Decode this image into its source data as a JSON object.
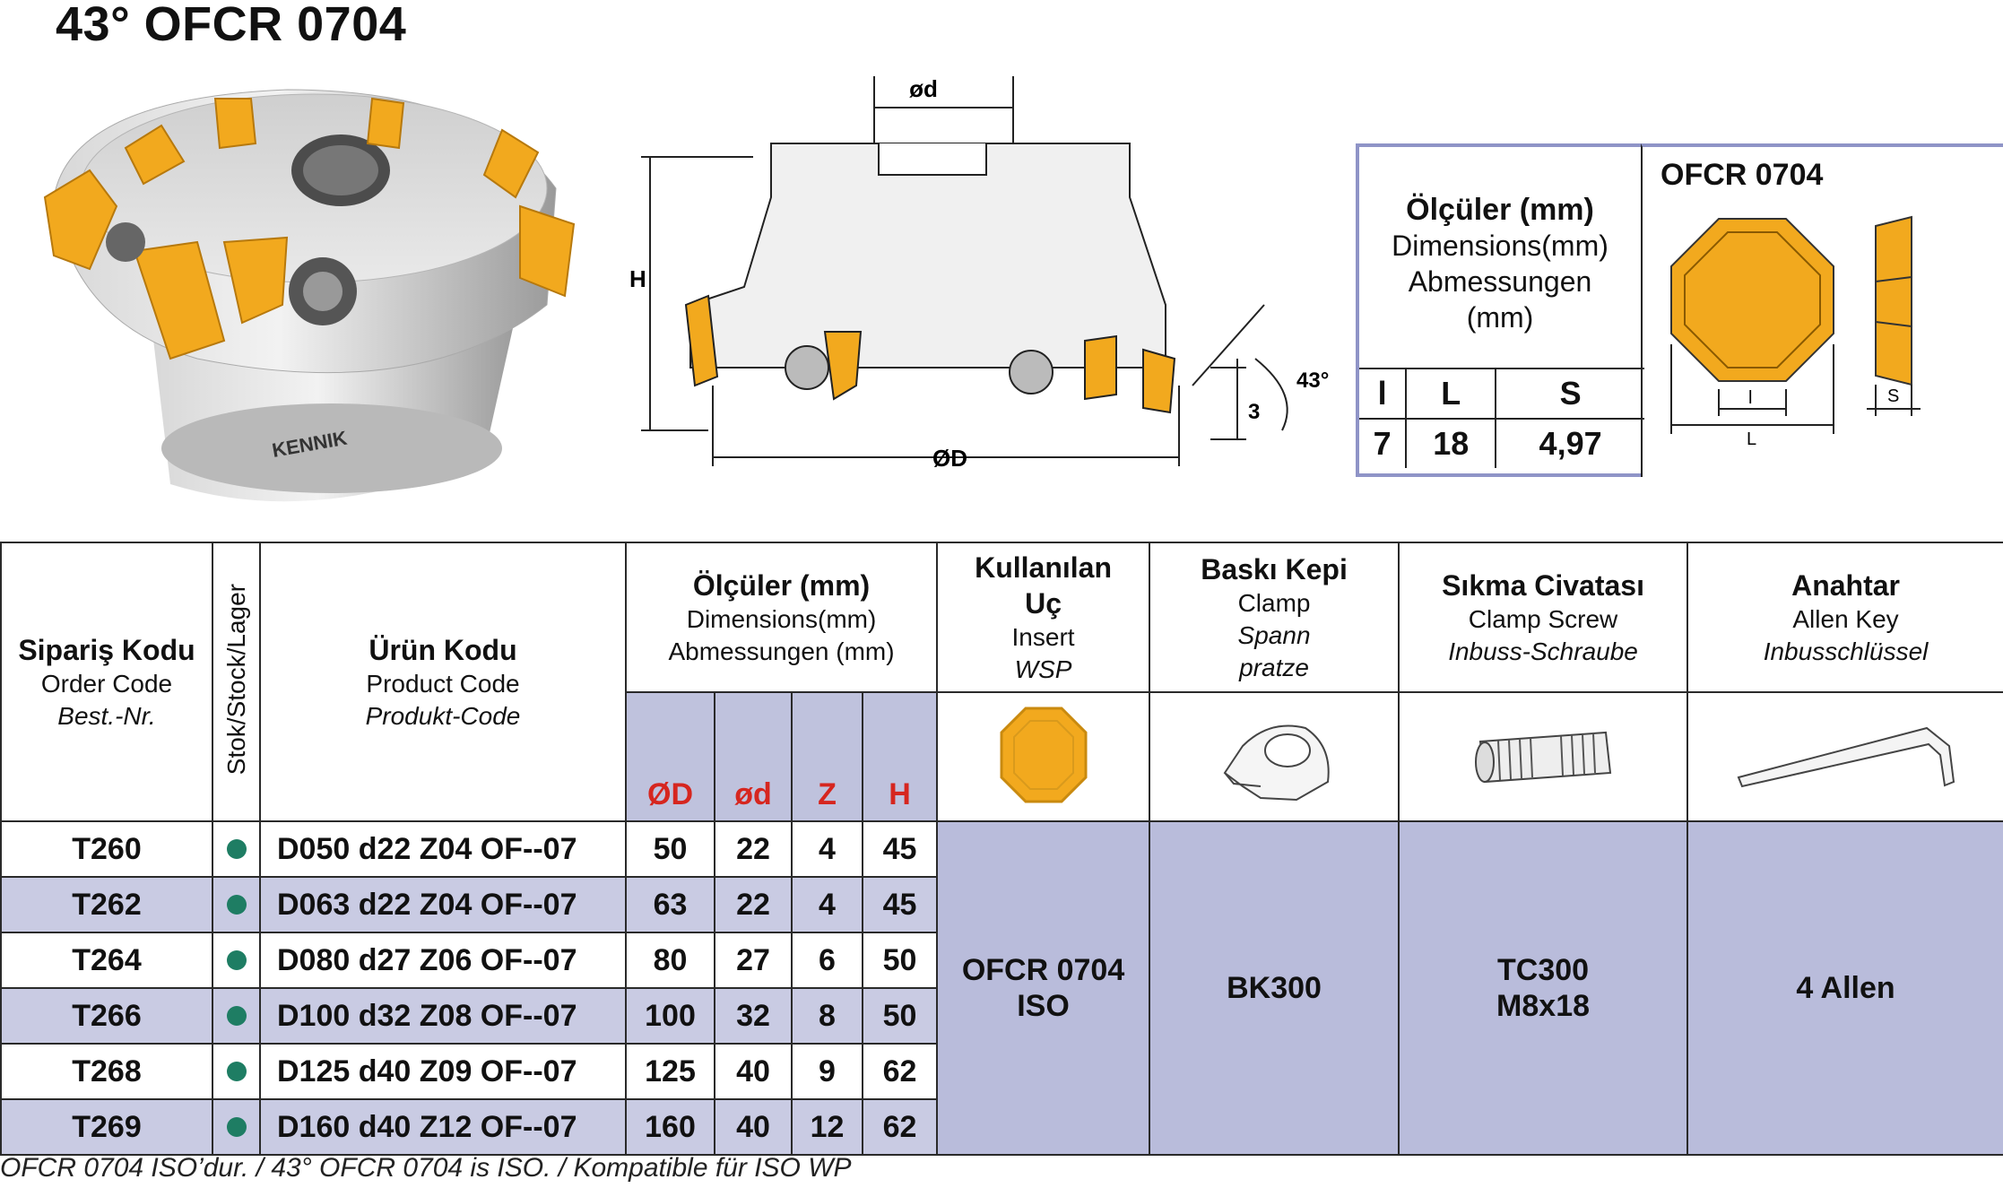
{
  "title": "43° OFCR 0704",
  "drawing": {
    "label_od": "ød",
    "label_h": "H",
    "label_angle": "43°",
    "label_3": "3",
    "label_OD": "ØD"
  },
  "spec": {
    "dims_tr": "Ölçüler (mm)",
    "dims_en": "Dimensions(mm)",
    "dims_de_1": "Abmessungen",
    "dims_de_2": "(mm)",
    "insert_title": "OFCR 0704",
    "headers": [
      "l",
      "L",
      "S"
    ],
    "values": [
      "7",
      "18",
      "4,97"
    ],
    "diagram_l": "l",
    "diagram_L": "L",
    "diagram_S": "S"
  },
  "table": {
    "order_tr": "Sipariş Kodu",
    "order_en": "Order Code",
    "order_de": "Best.-Nr.",
    "stock": "Stok/Stock/Lager",
    "product_tr": "Ürün Kodu",
    "product_en": "Product Code",
    "product_de": "Produkt-Code",
    "dims_tr": "Ölçüler (mm)",
    "dims_en": "Dimensions(mm)",
    "dims_de": "Abmessungen (mm)",
    "dim_cols": [
      "ØD",
      "ød",
      "Z",
      "H"
    ],
    "insert_tr_1": "Kullanılan",
    "insert_tr_2": "Uç",
    "insert_en": "Insert",
    "insert_de": "WSP",
    "clamp_tr": "Baskı Kepi",
    "clamp_en": "Clamp",
    "clamp_de_1": "Spann",
    "clamp_de_2": "pratze",
    "screw_tr": "Sıkma Civatası",
    "screw_en": "Clamp Screw",
    "screw_de": "Inbuss-Schraube",
    "key_tr": "Anahtar",
    "key_en": "Allen Key",
    "key_de": "Inbusschlüssel",
    "rows": [
      {
        "order": "T260",
        "product": "D050 d22 Z04 OF--07",
        "D": "50",
        "d": "22",
        "Z": "4",
        "H": "45"
      },
      {
        "order": "T262",
        "product": "D063 d22 Z04 OF--07",
        "D": "63",
        "d": "22",
        "Z": "4",
        "H": "45"
      },
      {
        "order": "T264",
        "product": "D080 d27 Z06 OF--07",
        "D": "80",
        "d": "27",
        "Z": "6",
        "H": "50"
      },
      {
        "order": "T266",
        "product": "D100 d32 Z08 OF--07",
        "D": "100",
        "d": "32",
        "Z": "8",
        "H": "50"
      },
      {
        "order": "T268",
        "product": "D125 d40 Z09 OF--07",
        "D": "125",
        "d": "40",
        "Z": "9",
        "H": "62"
      },
      {
        "order": "T269",
        "product": "D160 d40 Z12 OF--07",
        "D": "160",
        "d": "40",
        "Z": "12",
        "H": "62"
      }
    ],
    "insert_val_1": "OFCR 0704",
    "insert_val_2": "ISO",
    "clamp_val": "BK300",
    "screw_val_1": "TC300",
    "screw_val_2": "M8x18",
    "key_val": "4 Allen"
  },
  "footnote": "OFCR 0704 ISO’dur. / 43° OFCR 0704 is ISO. / Kompatible für ISO WP",
  "colors": {
    "insert": "#f2a91e",
    "accent_red": "#d6261f",
    "band": "#bfc2dd",
    "stock_dot": "#1e7d63",
    "frame": "#8f94c7"
  }
}
